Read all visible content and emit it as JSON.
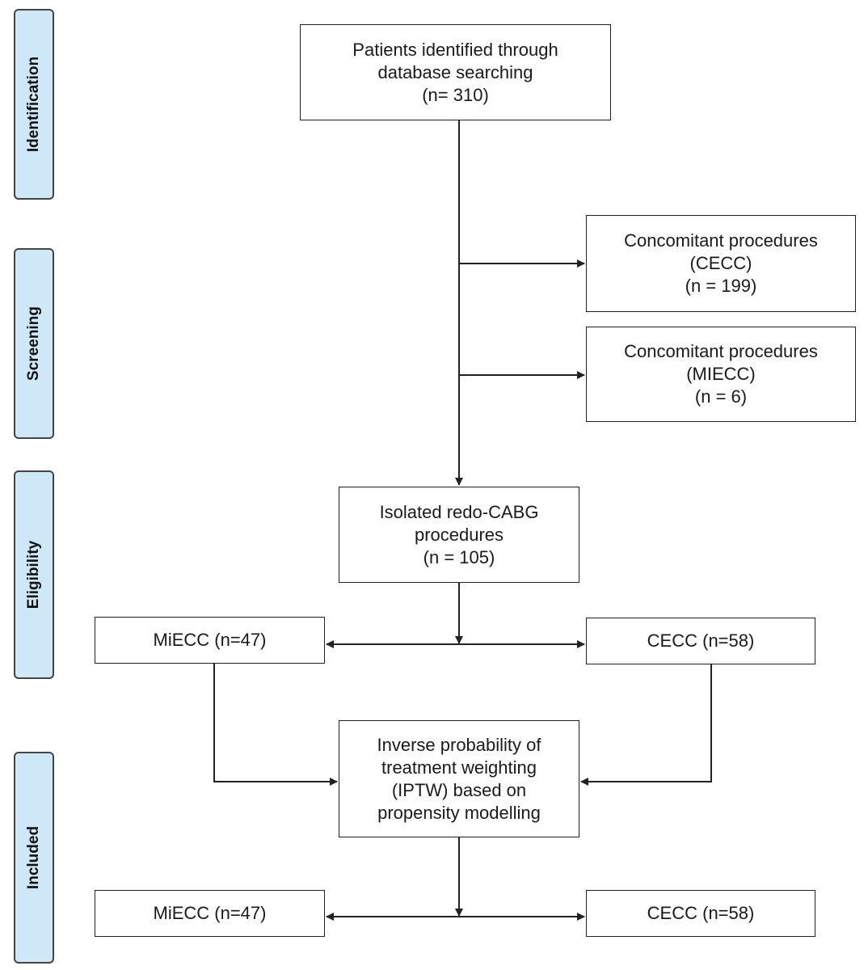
{
  "phases": {
    "identification": "Identification",
    "screening": "Screening",
    "eligibility": "Eligibility",
    "included": "Included"
  },
  "boxes": {
    "identified": {
      "lines": [
        "Patients identified through",
        "database searching",
        "(n= 310)"
      ]
    },
    "cecc_excluded": {
      "lines": [
        "Concomitant procedures",
        "(CECC)",
        "(n = 199)"
      ]
    },
    "miecc_excluded": {
      "lines": [
        "Concomitant procedures",
        "(MIECC)",
        "(n = 6)"
      ]
    },
    "isolated": {
      "lines": [
        "Isolated redo-CABG",
        "procedures",
        "(n = 105)"
      ]
    },
    "miecc_1": {
      "label": "MiECC (n=47)"
    },
    "cecc_1": {
      "label": "CECC (n=58)"
    },
    "iptw": {
      "lines": [
        "Inverse probability of",
        "treatment weighting",
        "(IPTW) based on",
        "propensity modelling"
      ]
    },
    "miecc_2": {
      "label": "MiECC (n=47)"
    },
    "cecc_2": {
      "label": "CECC (n=58)"
    }
  },
  "colors": {
    "phase_fill": "#cfe8f8",
    "phase_border": "#444444",
    "line": "#222222",
    "text": "#1a1a1a"
  }
}
